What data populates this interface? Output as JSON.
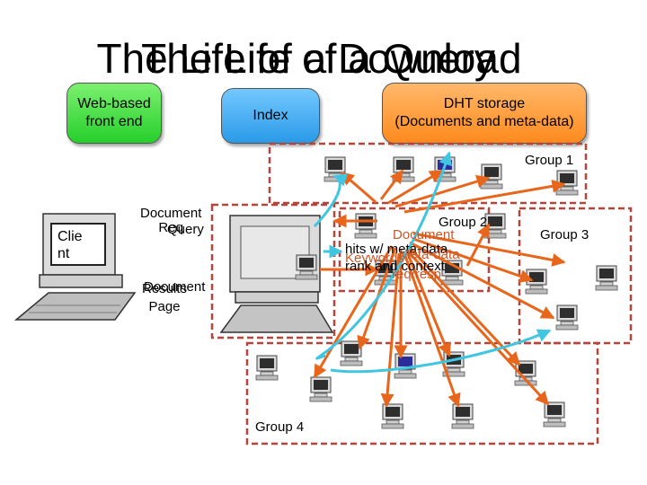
{
  "title_a": "The Life of a Query",
  "title_b": "The Life of a Download",
  "boxes": {
    "front_end": "Web-based\nfront end",
    "index": "Index",
    "dht": "DHT storage\n(Documents and meta-data)"
  },
  "client": "Clie\nnt",
  "labels": {
    "document_req": "Document\nReq",
    "query": "Query",
    "results_page": "Results\nPage",
    "document": "Document",
    "group_1": "Group 1",
    "group_2": "Group 2",
    "group_3": "Group 3",
    "group_4": "Group 4",
    "overlap_1": "Document",
    "overlap_2": "hits w/ meta-data",
    "overlap_3": "Keywords",
    "overlap_4": "Meta-data",
    "overlap_5": "rank and context",
    "overlap_6": "req/resp"
  },
  "colors": {
    "arrow": "#e8661c",
    "arrow_cyan": "#40c6e0",
    "group_border": "#b5443a",
    "front_end_box": "#3fd63a",
    "index_box": "#41aef5",
    "dht_box": "#ff9a33"
  }
}
